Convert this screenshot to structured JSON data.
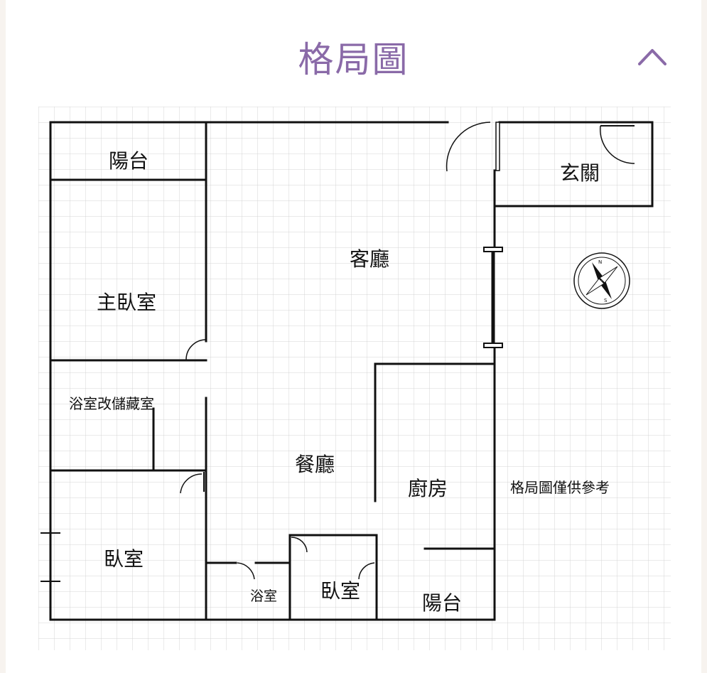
{
  "header": {
    "title": "格局圖",
    "collapse_icon": "chevron-up-icon"
  },
  "colors": {
    "title": "#8a6aa8",
    "wall": "#111111",
    "grid": "#d4d4d4"
  },
  "rooms": {
    "balcony_top": "陽台",
    "entrance": "玄關",
    "living_room": "客廳",
    "master_bedroom": "主臥室",
    "bathroom_storage": "浴室改儲藏室",
    "dining_room": "餐廳",
    "kitchen": "廚房",
    "bedroom_left": "臥室",
    "bathroom": "浴室",
    "bedroom_small": "臥室",
    "balcony_bottom": "陽台"
  },
  "note": "格局圖僅供參考",
  "compass_icon": "compass-icon"
}
